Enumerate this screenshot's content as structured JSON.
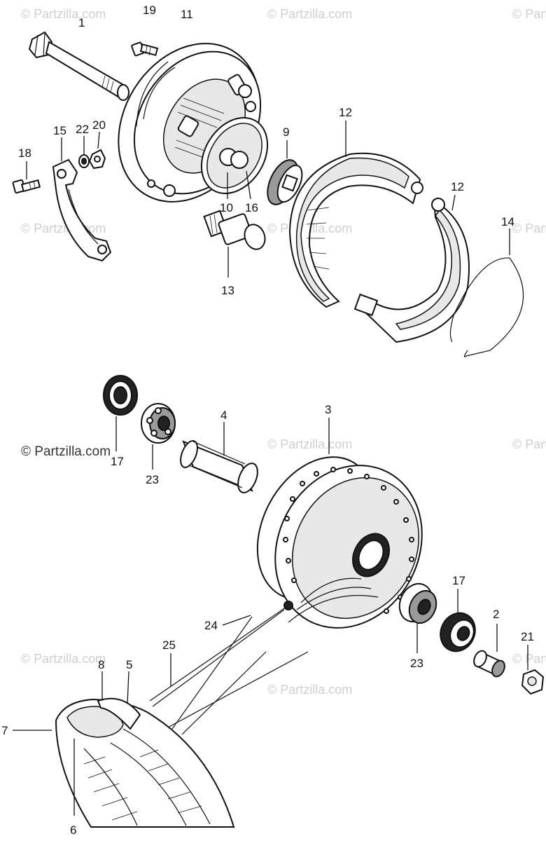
{
  "diagram": {
    "labels": {
      "axle": "1",
      "collar": "2",
      "hub": "3",
      "spacer": "4",
      "tube": "5",
      "tire": "6",
      "rim": "7",
      "rim_band": "8",
      "gear": "9",
      "seal_10": "10",
      "panel": "11",
      "shoe_left": "12",
      "shoe_right": "12",
      "cam": "13",
      "spring": "14",
      "stopper_arm": "15",
      "seal_16": "16",
      "bearing_17_left": "17",
      "bearing_17_right": "17",
      "bolt_18": "18",
      "bolt_19": "19",
      "nut_20": "20",
      "nut_21": "21",
      "washer_22": "22",
      "bearing_23_left": "23",
      "bearing_23_right": "23",
      "spoke_24": "24",
      "spoke_25": "25"
    },
    "watermark": "© Partzilla.com",
    "watermark_strong": "© Partzilla.com"
  },
  "colors": {
    "line": "#111111",
    "watermark": "#cfcfcf",
    "background": "#ffffff"
  }
}
